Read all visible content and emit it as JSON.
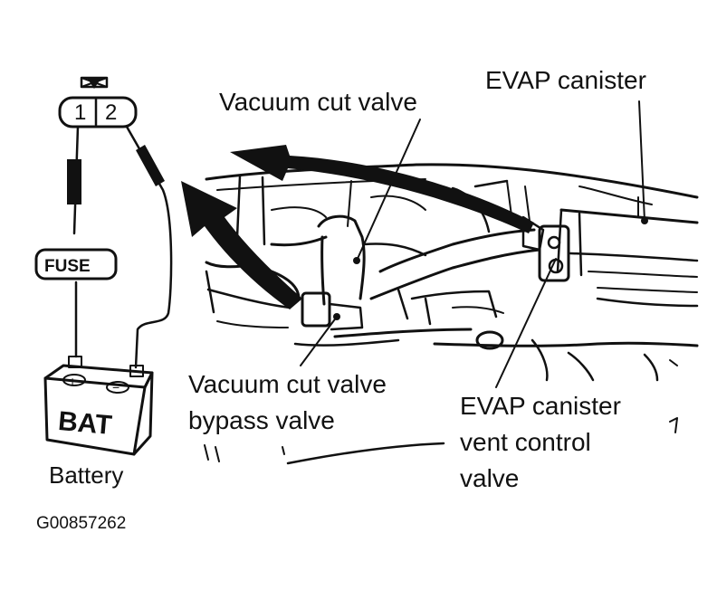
{
  "labels": {
    "evap_canister": "EVAP canister",
    "vacuum_cut_valve": "Vacuum cut valve",
    "bypass_line1": "Vacuum cut valve",
    "bypass_line2": "bypass valve",
    "vent_line1": "EVAP canister",
    "vent_line2": "vent control",
    "vent_line3": "valve",
    "battery": "Battery",
    "fuse": "FUSE",
    "bat": "BAT",
    "plus": "+",
    "minus": "−",
    "pin1": "1",
    "pin2": "2",
    "figure_id": "G00857262"
  }
}
